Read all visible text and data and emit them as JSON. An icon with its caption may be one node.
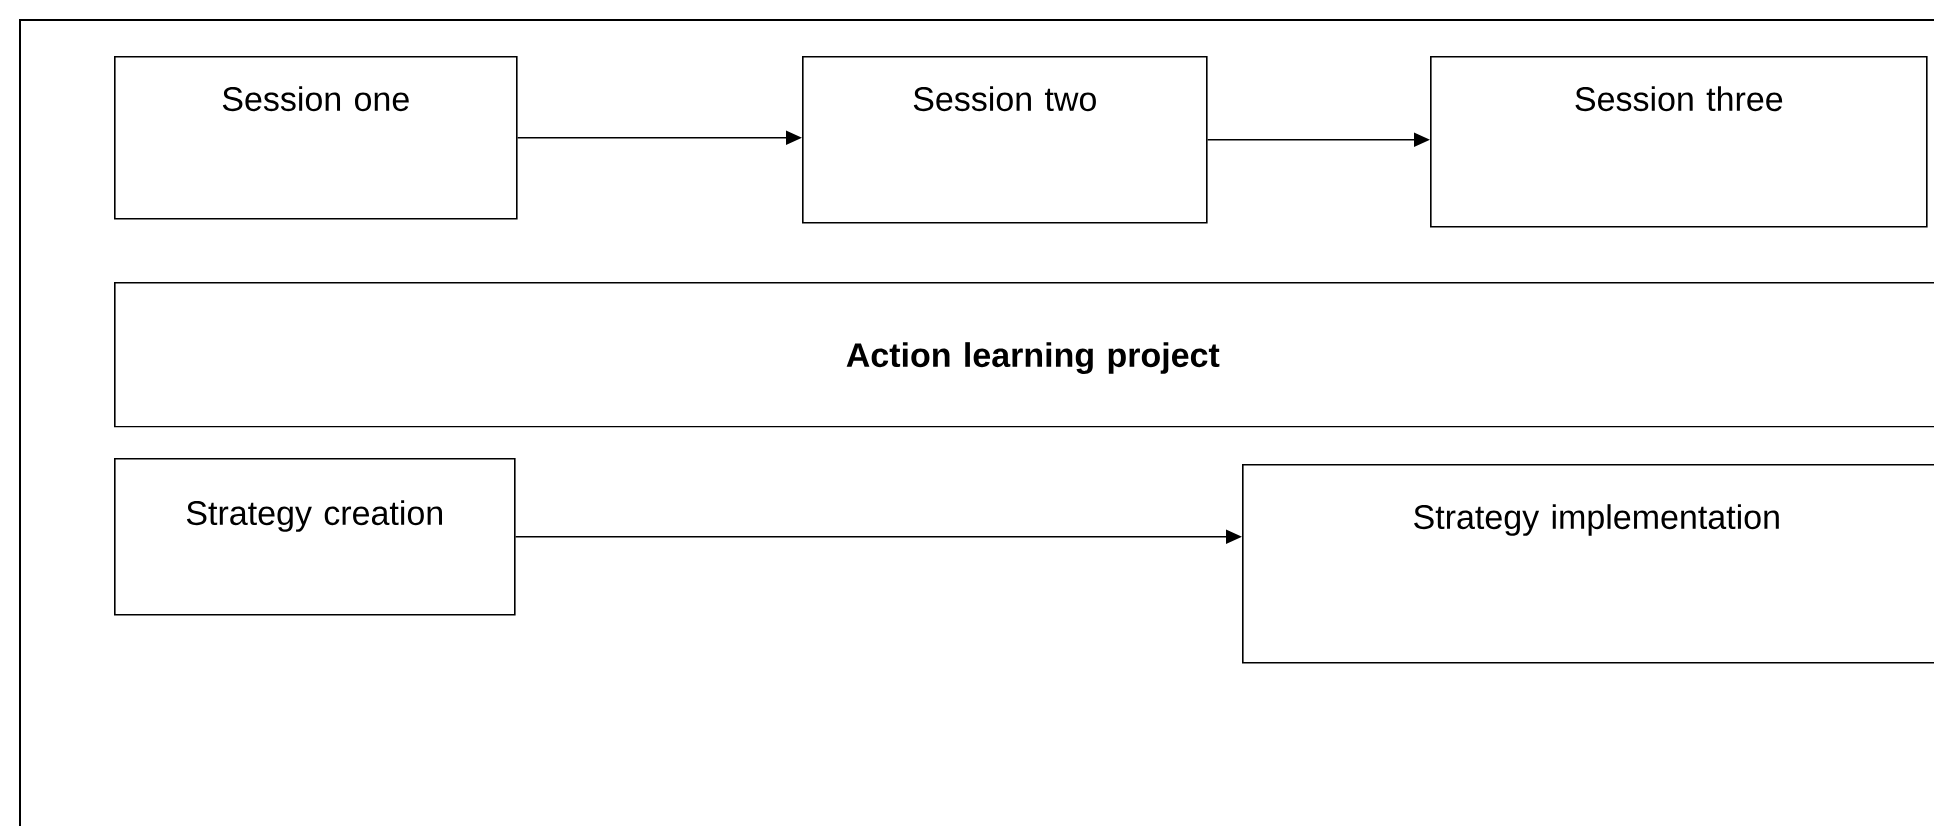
{
  "diagram": {
    "nodes": [
      {
        "text": [
          "Session one"
        ]
      },
      {
        "text": [
          "Session two"
        ]
      },
      {
        "text": [
          "Session three"
        ]
      },
      {
        "text": [
          "Action learning project"
        ]
      },
      {
        "text": [
          "Strategy creation"
        ]
      },
      {
        "text": [
          "Strategy implementation"
        ]
      }
    ],
    "edges": [
      {
        "from": 0,
        "to": 1,
        "arrow": "to"
      },
      {
        "from": 1,
        "to": 2,
        "arrow": "to"
      },
      {
        "from": 4,
        "to": 5,
        "arrow": "to"
      }
    ]
  }
}
